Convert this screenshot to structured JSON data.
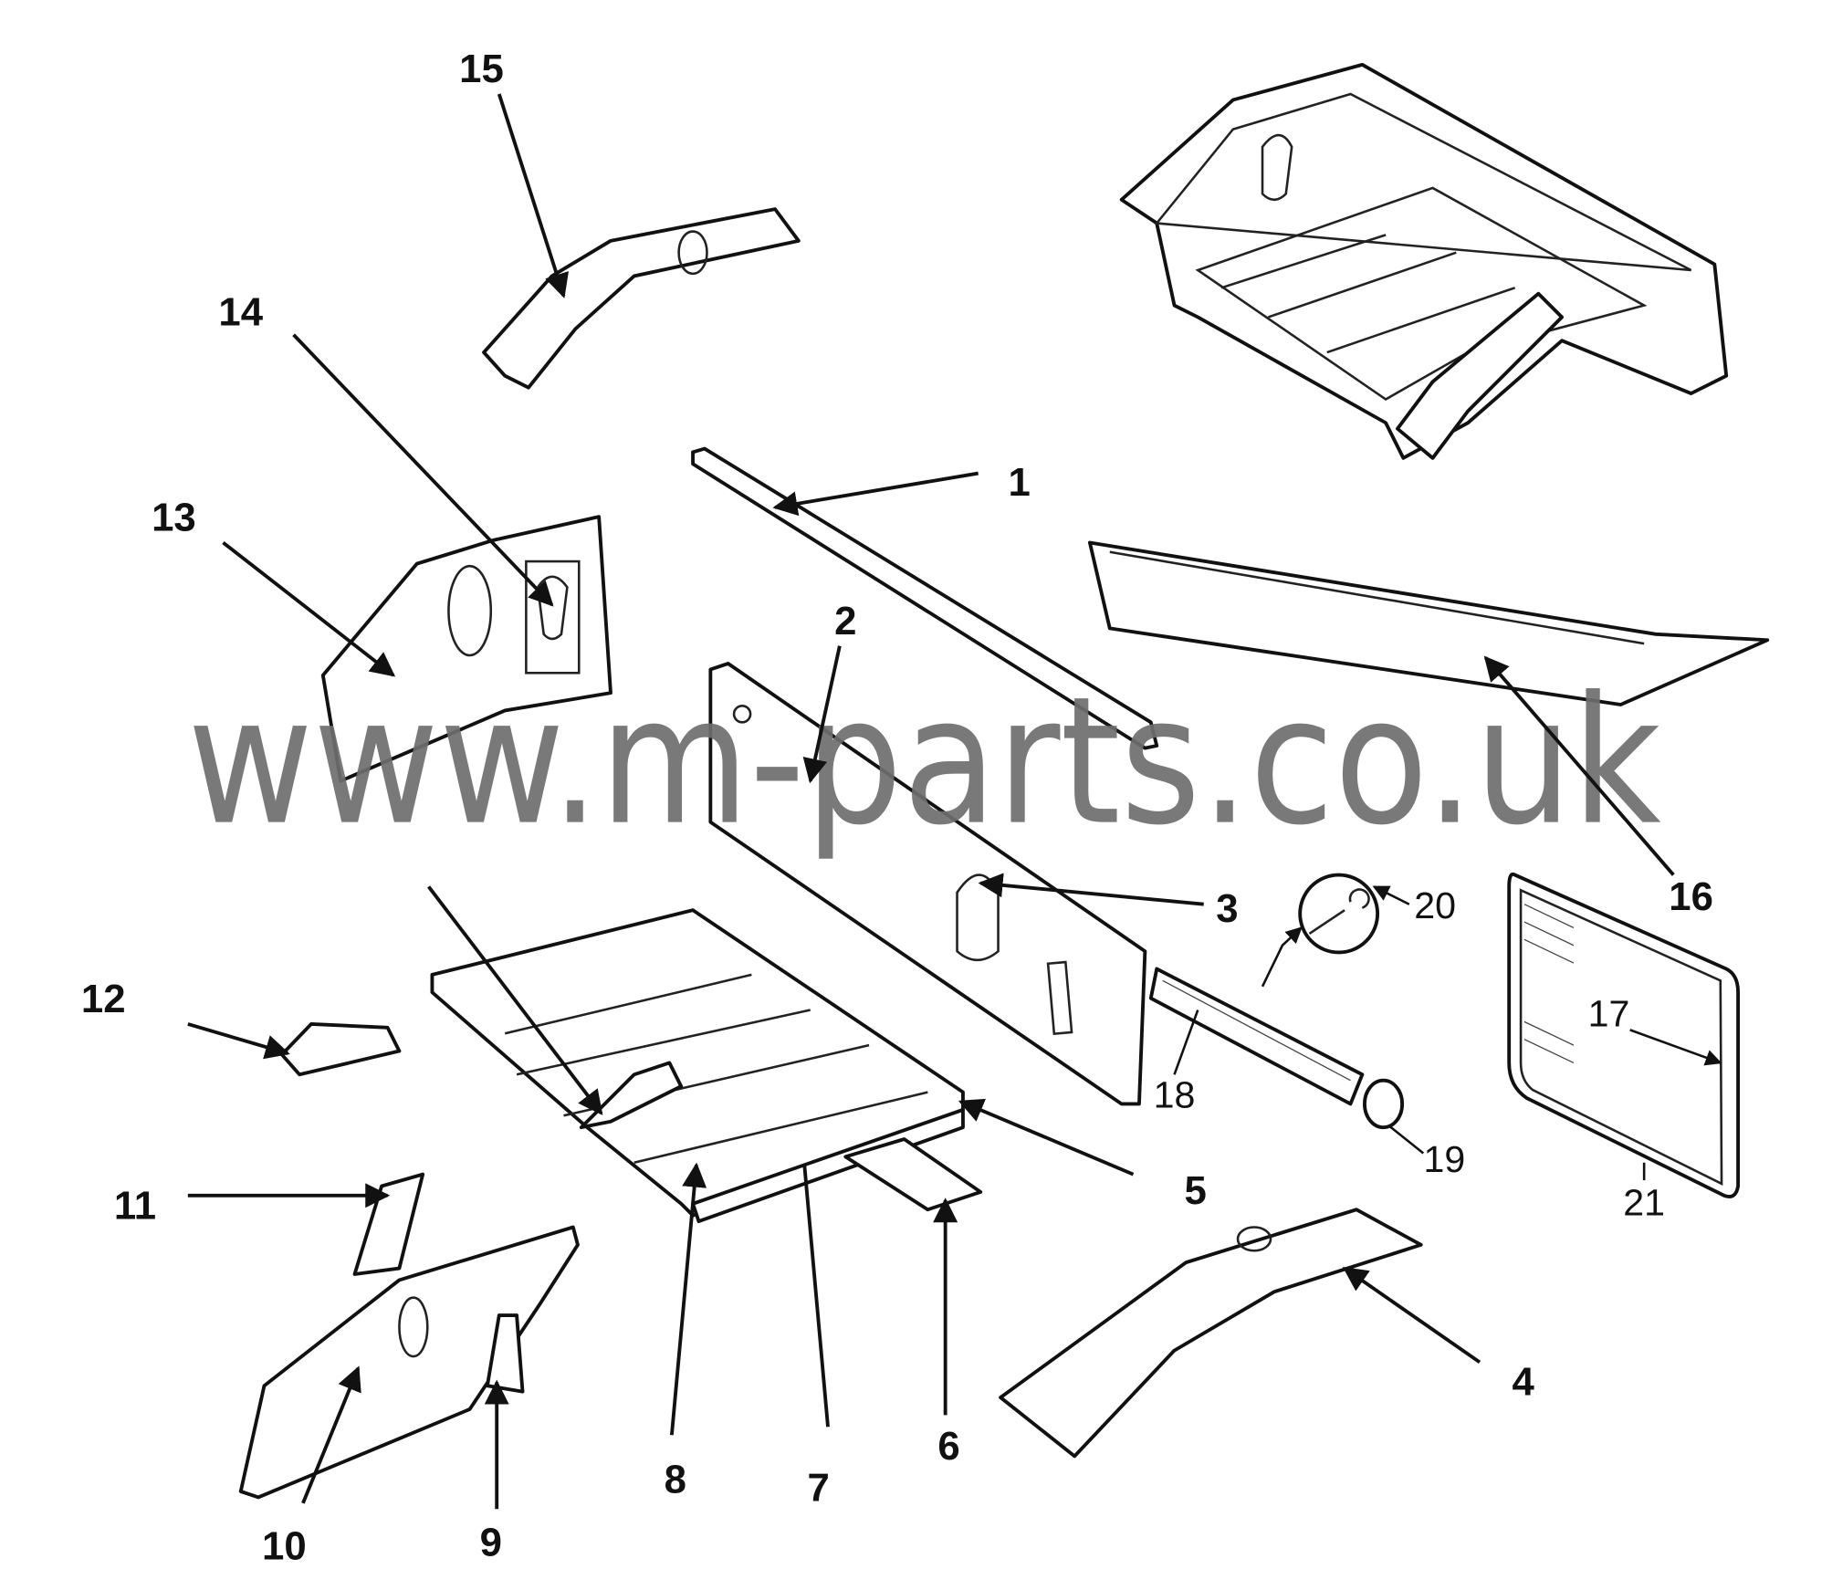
{
  "watermark": "www.m-parts.co.uk",
  "callouts": [
    {
      "number": "1"
    },
    {
      "number": "2"
    },
    {
      "number": "3"
    },
    {
      "number": "4"
    },
    {
      "number": "5"
    },
    {
      "number": "6"
    },
    {
      "number": "7"
    },
    {
      "number": "8"
    },
    {
      "number": "9"
    },
    {
      "number": "10"
    },
    {
      "number": "11"
    },
    {
      "number": "12"
    },
    {
      "number": "13"
    },
    {
      "number": "14"
    },
    {
      "number": "15"
    },
    {
      "number": "16"
    },
    {
      "number": "17"
    },
    {
      "number": "18"
    },
    {
      "number": "19"
    },
    {
      "number": "20"
    },
    {
      "number": "21"
    }
  ],
  "colors": {
    "line": "#111111",
    "watermark": "#6e6e6e",
    "background": "#ffffff"
  }
}
